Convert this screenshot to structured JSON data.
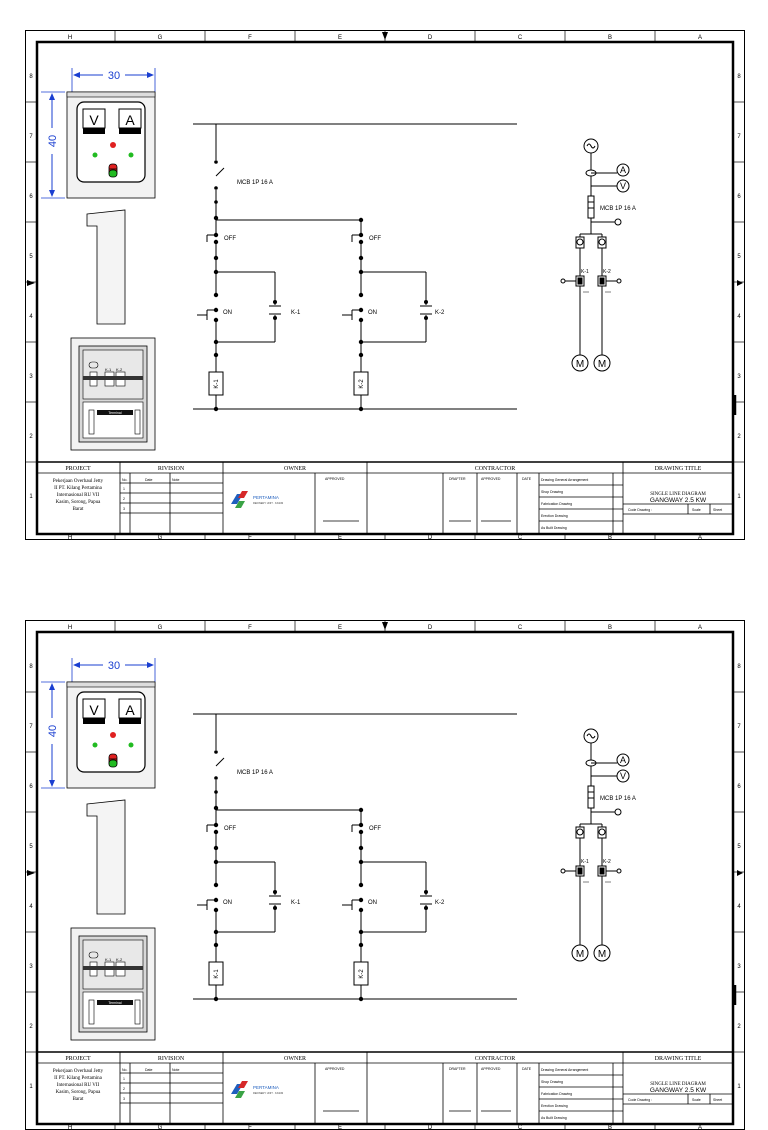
{
  "frame": {
    "columns": [
      "H",
      "G",
      "F",
      "E",
      "D",
      "C",
      "B",
      "A"
    ],
    "rows": [
      "8",
      "7",
      "6",
      "5",
      "4",
      "3",
      "2",
      "1"
    ]
  },
  "panel": {
    "width_dim": "30",
    "height_dim": "40",
    "meter_v": "V",
    "meter_a": "A",
    "component_labels": [
      "K-1",
      "K-2"
    ],
    "terminal": "Terminal"
  },
  "control": {
    "mcb": "MCB 1P 16 A",
    "off": "OFF",
    "on": "ON",
    "contact_1": "K-1",
    "contact_2": "K-2",
    "coil_1": "K-1",
    "coil_2": "K-2"
  },
  "sld": {
    "ammeter": "A",
    "voltmeter": "V",
    "mcb": "MCB 1P 16 A",
    "k1": "K-1",
    "k2": "K-2",
    "motor": "M"
  },
  "title_block": {
    "project_header": "PROJECT",
    "project_lines": [
      "Pekerjaan Overhaul Jetty",
      "II PT. Kilang Pertamina",
      "Internasional RU VII",
      "Kasim, Sorong, Papua",
      "Barat"
    ],
    "revision_header": "RIVISION",
    "rev_cols": [
      "No.",
      "Date",
      "Note"
    ],
    "rev_rows": [
      "1",
      "2",
      "3"
    ],
    "owner_header": "OWNER",
    "owner_logo_text": "PERTAMINA",
    "owner_logo_sub": "REFINERY UNIT · KASIM",
    "approved": "APPROVED",
    "contractor_header": "CONTRACTOR",
    "contractor_cols": [
      "DRAFTER",
      "APPROVED",
      "DATE"
    ],
    "drawings": [
      "Drawing General Arrangement",
      "Shop Drawing",
      "Fabrication Drawing",
      "Erection Drawing",
      "As Built Drawing"
    ],
    "drawing_title_header": "DRAWING TITLE",
    "drawing_title_1": "SINGLE LINE DIAGRAM",
    "drawing_title_2": "GANGWAY 2.5 KW",
    "code_drawing": "Code Drawing :",
    "scale": "Scale",
    "sheet": "Sheet"
  },
  "colors": {
    "dimension": "#1a3fd1",
    "lamp_red": "#e02020",
    "lamp_green": "#22bb22"
  }
}
